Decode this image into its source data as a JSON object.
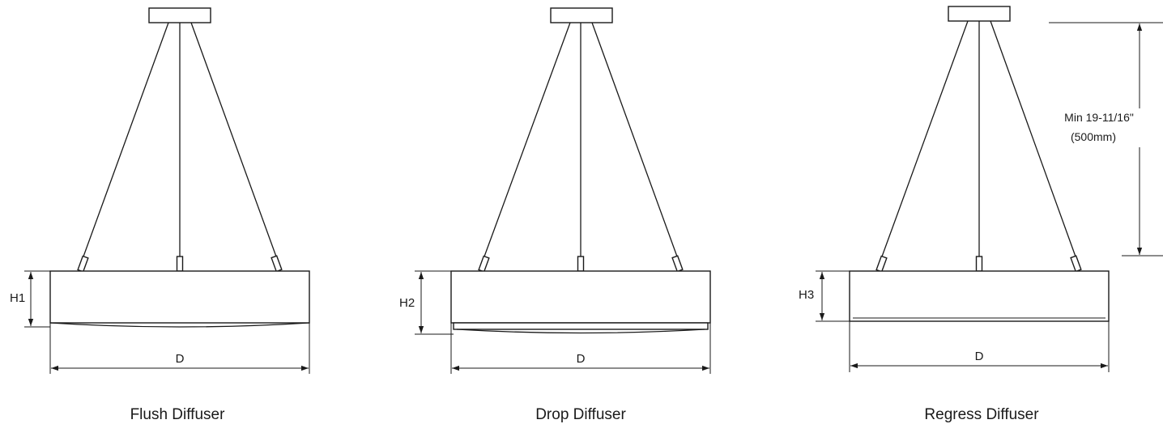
{
  "colors": {
    "line": "#1a1a1a",
    "background": "#ffffff"
  },
  "fixtures": [
    {
      "caption": "Flush Diffuser",
      "height_label": "H1",
      "diameter_label": "D",
      "diffuser": "flush"
    },
    {
      "caption": "Drop Diffuser",
      "height_label": "H2",
      "diameter_label": "D",
      "diffuser": "drop"
    },
    {
      "caption": "Regress Diffuser",
      "height_label": "H3",
      "diameter_label": "D",
      "diffuser": "regress"
    }
  ],
  "suspension_note": {
    "line1": "Min 19-11/16\"",
    "line2": "(500mm)"
  }
}
